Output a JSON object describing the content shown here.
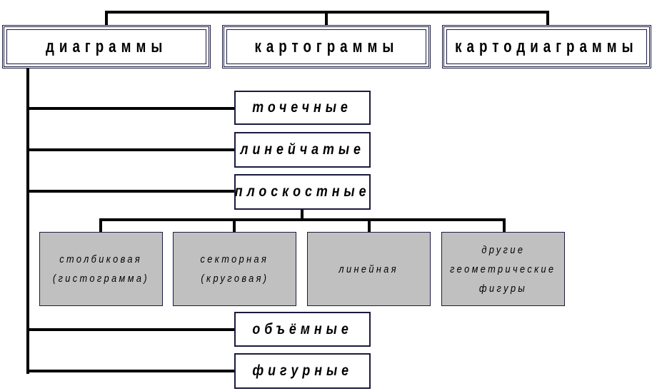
{
  "top_categories": [
    {
      "label": "диаграммы"
    },
    {
      "label": "картограммы"
    },
    {
      "label": "картодиаграммы"
    }
  ],
  "diagram_types": [
    {
      "label": "точечные"
    },
    {
      "label": "линейчатые"
    },
    {
      "label": "плоскостные"
    },
    {
      "label": "объёмные"
    },
    {
      "label": "фигурные"
    }
  ],
  "planar_types": [
    {
      "lines": [
        "столбиковая",
        "(гистограмма)"
      ]
    },
    {
      "lines": [
        "секторная",
        "(круговая)"
      ]
    },
    {
      "lines": [
        "линейная"
      ]
    },
    {
      "lines": [
        "другие",
        "геометрические",
        "фигуры"
      ]
    }
  ],
  "colors": {
    "line": "#000000",
    "box_border": "#1a1a40",
    "grey_fill": "#c0c0c0"
  }
}
